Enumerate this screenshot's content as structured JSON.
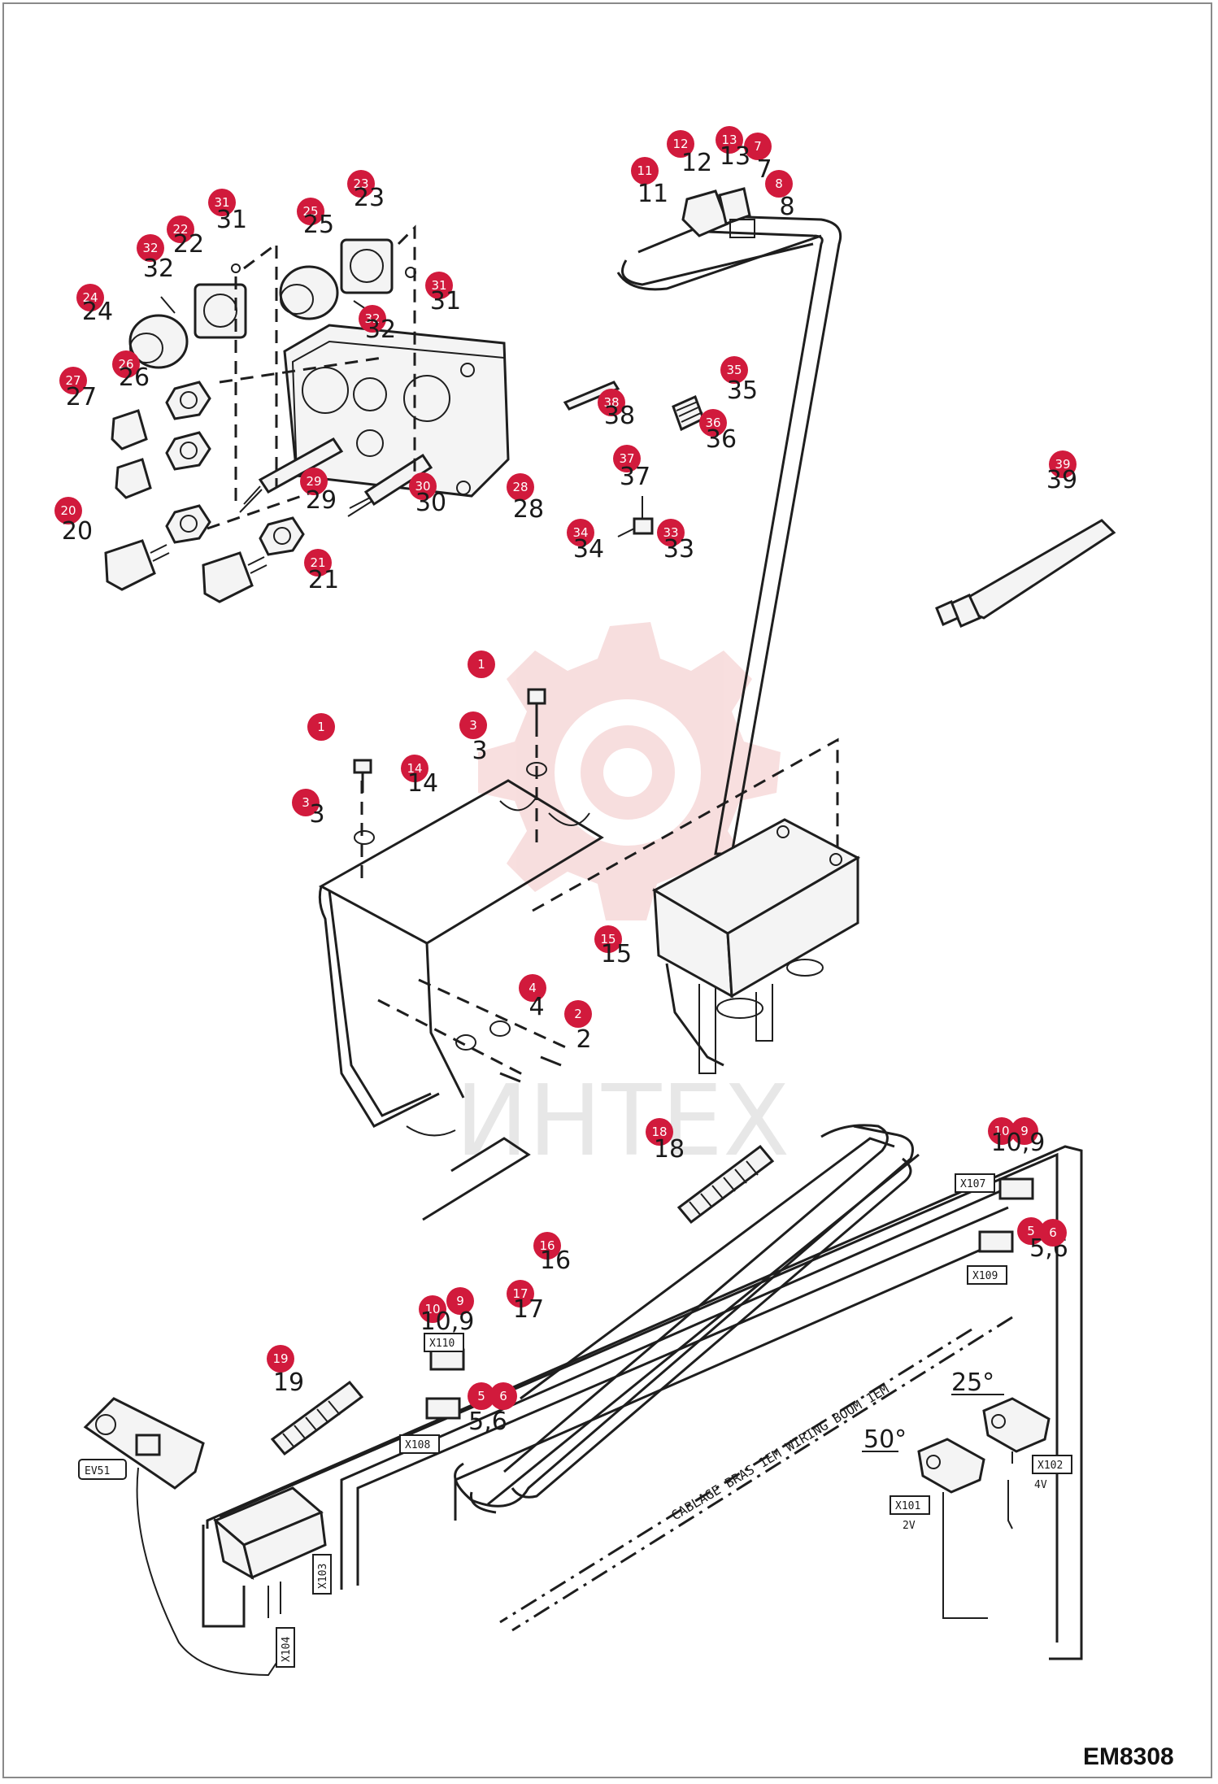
{
  "drawing_code": "EM8308",
  "watermark": "ИНТЕХ",
  "banner_text": "CABLAGE BRAS 1EM WIRING BOOM 1EM",
  "angle_labels": [
    "25°",
    "50°"
  ],
  "connector_tags": [
    "EV51",
    "X107",
    "X109",
    "X110",
    "X108",
    "X102",
    "X101",
    "X103",
    "X104"
  ],
  "voltage_labels": [
    "2V",
    "4V"
  ],
  "colors": {
    "badge": "#d11a3c",
    "line": "#1e1e1e",
    "watermark": "#f2c4c4"
  },
  "callouts": [
    {
      "id": "c1",
      "badge": "1",
      "label": ""
    },
    {
      "id": "c2",
      "badge": "1",
      "label": ""
    },
    {
      "id": "c3",
      "badge": "2",
      "label": "2"
    },
    {
      "id": "c4",
      "badge": "3",
      "label": "3"
    },
    {
      "id": "c5",
      "badge": "3",
      "label": "3"
    },
    {
      "id": "c6",
      "badge": "4",
      "label": "4"
    },
    {
      "id": "c7",
      "badge": "5",
      "label": "5,6"
    },
    {
      "id": "c8",
      "badge": "6",
      "label": ""
    },
    {
      "id": "c9",
      "badge": "5",
      "label": "5,6"
    },
    {
      "id": "c10",
      "badge": "6",
      "label": ""
    },
    {
      "id": "c11",
      "badge": "7",
      "label": "7"
    },
    {
      "id": "c12",
      "badge": "8",
      "label": "8"
    },
    {
      "id": "c13",
      "badge": "9",
      "label": ""
    },
    {
      "id": "c14",
      "badge": "10",
      "label": "10,9"
    },
    {
      "id": "c15",
      "badge": "9",
      "label": ""
    },
    {
      "id": "c16",
      "badge": "10",
      "label": "10,9"
    },
    {
      "id": "c17",
      "badge": "11",
      "label": "11"
    },
    {
      "id": "c18",
      "badge": "12",
      "label": "12"
    },
    {
      "id": "c19",
      "badge": "13",
      "label": "13"
    },
    {
      "id": "c20",
      "badge": "14",
      "label": "14"
    },
    {
      "id": "c21",
      "badge": "15",
      "label": "15"
    },
    {
      "id": "c22",
      "badge": "16",
      "label": "16"
    },
    {
      "id": "c23",
      "badge": "17",
      "label": "17"
    },
    {
      "id": "c24",
      "badge": "18",
      "label": "18"
    },
    {
      "id": "c25",
      "badge": "19",
      "label": "19"
    },
    {
      "id": "c26",
      "badge": "20",
      "label": "20"
    },
    {
      "id": "c27",
      "badge": "21",
      "label": "21"
    },
    {
      "id": "c28",
      "badge": "22",
      "label": "22"
    },
    {
      "id": "c29",
      "badge": "23",
      "label": "23"
    },
    {
      "id": "c30",
      "badge": "24",
      "label": "24"
    },
    {
      "id": "c31",
      "badge": "25",
      "label": "25"
    },
    {
      "id": "c32",
      "badge": "26",
      "label": "26"
    },
    {
      "id": "c33",
      "badge": "27",
      "label": "27"
    },
    {
      "id": "c34",
      "badge": "28",
      "label": "28"
    },
    {
      "id": "c35",
      "badge": "29",
      "label": "29"
    },
    {
      "id": "c36",
      "badge": "30",
      "label": "30"
    },
    {
      "id": "c37",
      "badge": "31",
      "label": "31"
    },
    {
      "id": "c38",
      "badge": "31",
      "label": "31"
    },
    {
      "id": "c39",
      "badge": "32",
      "label": "32"
    },
    {
      "id": "c40",
      "badge": "32",
      "label": "32"
    },
    {
      "id": "c41",
      "badge": "33",
      "label": "33"
    },
    {
      "id": "c42",
      "badge": "34",
      "label": "34"
    },
    {
      "id": "c43",
      "badge": "35",
      "label": "35"
    },
    {
      "id": "c44",
      "badge": "36",
      "label": "36"
    },
    {
      "id": "c45",
      "badge": "37",
      "label": "37"
    },
    {
      "id": "c46",
      "badge": "38",
      "label": "38"
    },
    {
      "id": "c47",
      "badge": "39",
      "label": "39"
    }
  ]
}
